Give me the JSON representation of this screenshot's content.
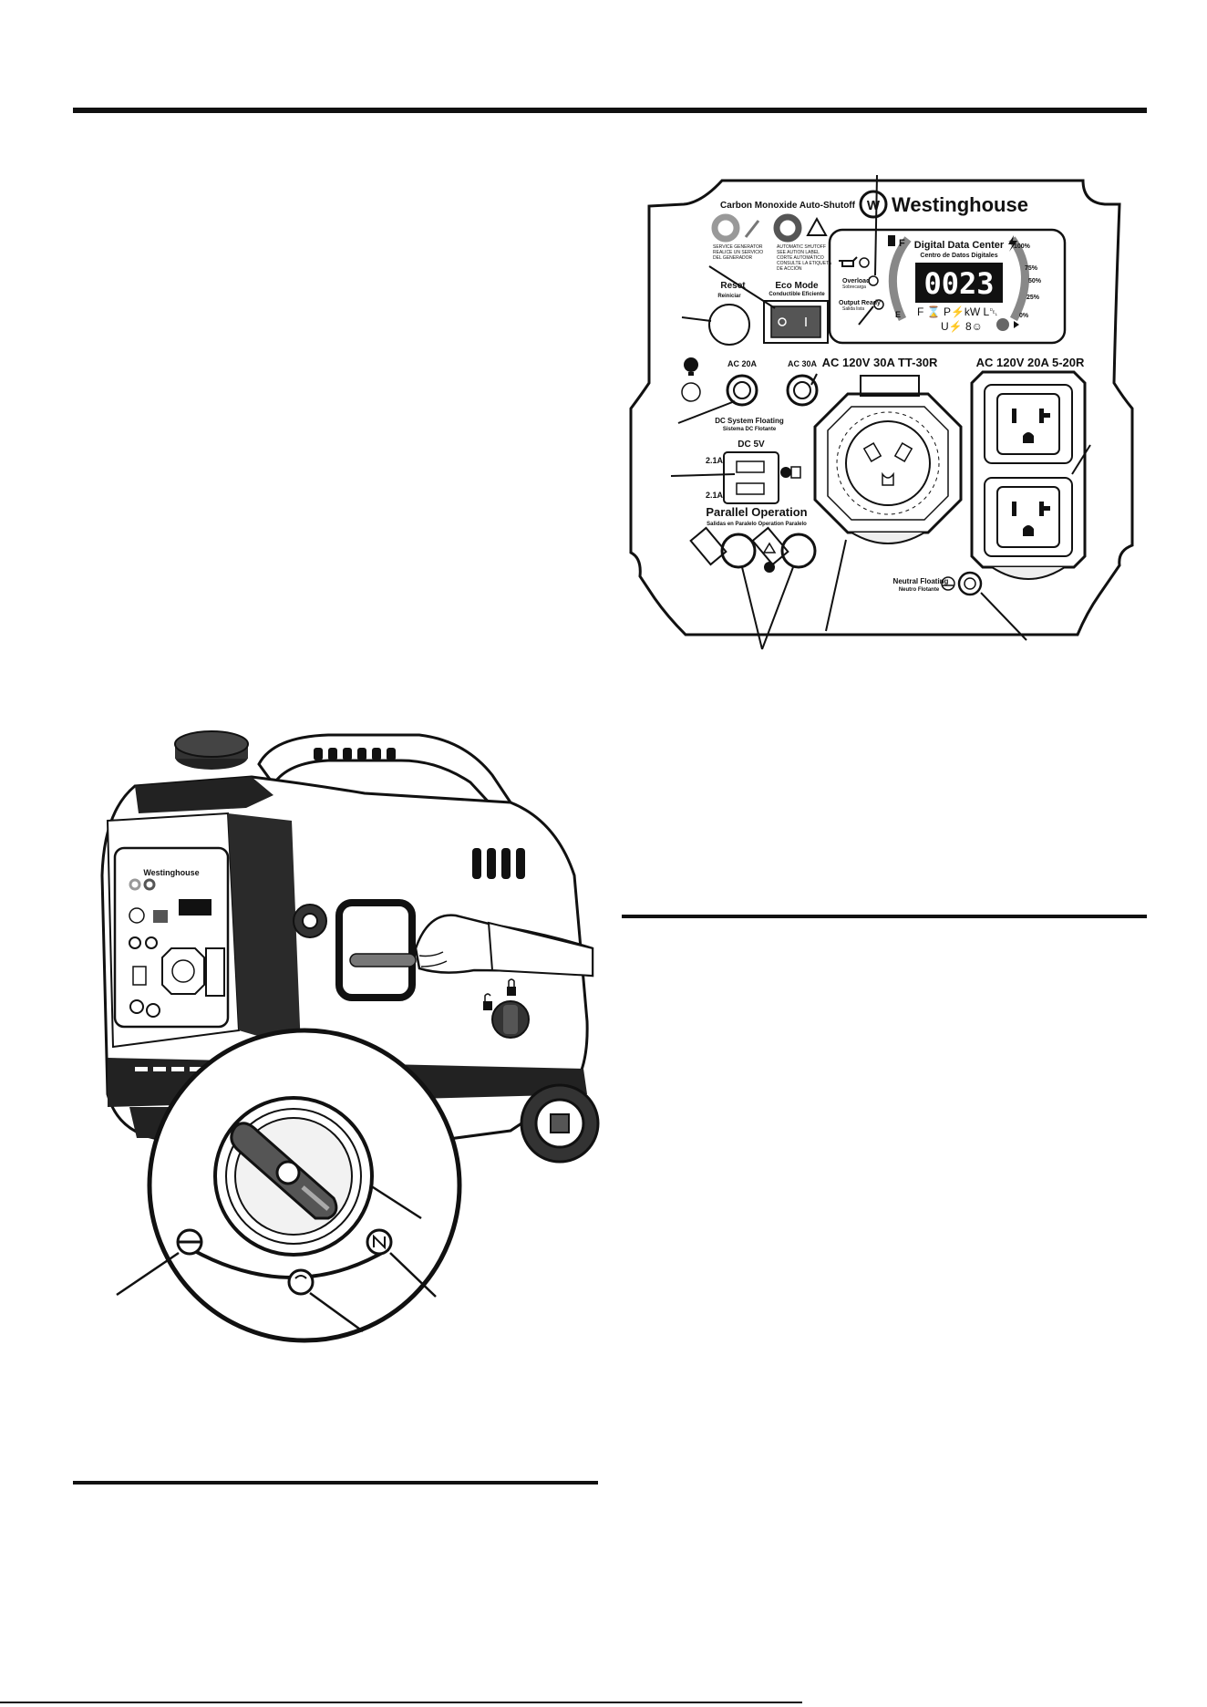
{
  "panel": {
    "brand": "Westinghouse",
    "co_title": "Carbon Monoxide Auto-Shutoff",
    "co_left_text_1": "SERVICE GENERATOR",
    "co_left_text_2": "REALICE UN SERVICIO",
    "co_left_text_3": "DEL GENERADOR",
    "co_right_text_1": "AUTOMATIC SHUTOFF",
    "co_right_text_2": "SEE AUTION LABEL",
    "co_right_text_3": "CORTE AUTOMÁTICO",
    "co_right_text_4": "CONSULTE LA ETIQUETA",
    "co_right_text_5": "DE ACCIÓN",
    "data_center_title": "Digital Data Center",
    "data_center_subtitle": "Centro de Datos Digitales",
    "display_value": "0023",
    "overload_label": "Overload",
    "overload_sub": "Sobrecarga",
    "output_ready_label": "Output Ready",
    "output_ready_sub": "Salida lista",
    "gauge_f": "F",
    "gauge_e": "E",
    "display_row1": "F ⌛  P⚡kW  L␡",
    "display_row2": "U⚡  8☺",
    "load_100": "100%",
    "load_75": "75%",
    "load_50": "50%",
    "load_25": "25%",
    "load_0": "0%",
    "reset_label": "Reset",
    "reset_sub": "Reiniciar",
    "eco_label": "Eco Mode",
    "eco_sub": "Conductible Eficiente",
    "ac20_breaker": "AC 20A",
    "ac30_breaker": "AC 30A",
    "ac30_outlet_title": "AC 120V 30A TT-30R",
    "ac20_outlet_title": "AC 120V 20A 5-20R",
    "dc_floating": "DC System Floating",
    "dc_floating_sub": "Sistema DC Flotante",
    "dc5v": "DC 5V",
    "usb_top": "2.1A",
    "usb_bottom": "2.1A",
    "parallel_title": "Parallel Operation",
    "parallel_sub": "Salidas en Paralelo Operation Paralelo",
    "neutral_floating": "Neutral Floating",
    "neutral_sub": "Neutro Flotante"
  },
  "generator": {
    "brand": "Westinghouse"
  },
  "colors": {
    "ink": "#111111",
    "paper": "#ffffff"
  }
}
